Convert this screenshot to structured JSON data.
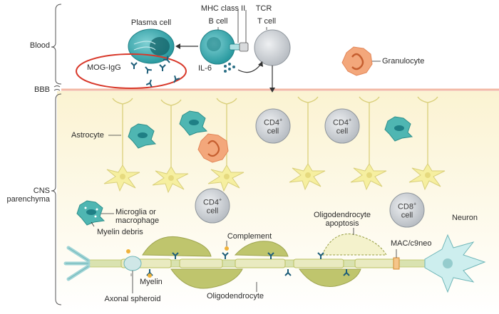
{
  "regions": {
    "blood": "Blood",
    "bbb": "BBB",
    "cns": "CNS\nparenchyma"
  },
  "labels": {
    "plasma_cell": "Plasma cell",
    "mhc_class_ii": "MHC class II",
    "b_cell": "B cell",
    "tcr": "TCR",
    "t_cell": "T cell",
    "mog_igg": "MOG-IgG",
    "il6": "IL-6",
    "granulocyte": "Granulocyte",
    "astrocyte": "Astrocyte",
    "microglia": "Microglia or\nmacrophage",
    "myelin_debris": "Myelin debris",
    "complement": "Complement",
    "oligo_apoptosis": "Oligodendrocyte\napoptosis",
    "mac": "MAC/c9neo",
    "neuron": "Neuron",
    "myelin": "Myelin",
    "axonal_spheroid": "Axonal spheroid",
    "oligodendrocyte": "Oligodendrocyte"
  },
  "cells": {
    "cd4_a": {
      "line1": "CD4",
      "sup": "+",
      "line2": "cell"
    },
    "cd4_b": {
      "line1": "CD4",
      "sup": "+",
      "line2": "cell"
    },
    "cd4_c": {
      "line1": "CD4",
      "sup": "+",
      "line2": "cell"
    },
    "cd8": {
      "line1": "CD8",
      "sup": "+",
      "line2": "cell"
    }
  },
  "colors": {
    "teal": "#3aa9ad",
    "teal_dark": "#1f7f85",
    "t_cell": "#c9cdd1",
    "granulocyte": "#f3a77b",
    "astrocyte": "#f6efa0",
    "myelin": "#b9c05f",
    "highlight_ring": "#d8382a",
    "bbb_line": "#f2b7a3",
    "cns_bg": "#fbf6df"
  }
}
